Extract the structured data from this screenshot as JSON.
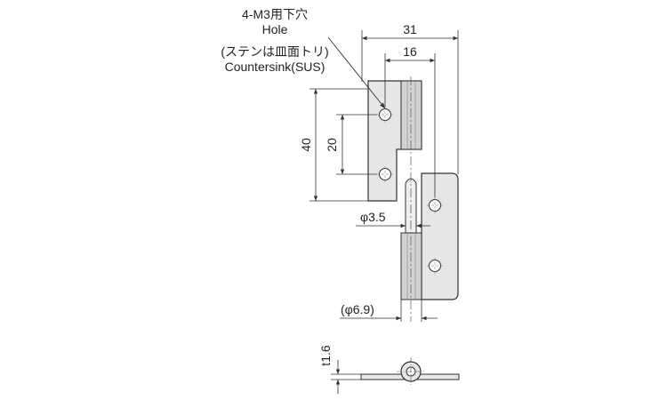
{
  "note": {
    "line1": "4-M3用下穴",
    "line2": "Hole",
    "line3": "(ステンは皿面トリ)",
    "line4": "Countersink(SUS)"
  },
  "dimensions": {
    "overall_width": "31",
    "leaf_width": "16",
    "leaf_height": "40",
    "hole_pitch": "20",
    "pin_diameter": "φ3.5",
    "knuckle_diameter": "(φ6.9)",
    "thickness": "t1.6"
  },
  "colors": {
    "part_fill": "#e6e6e6",
    "knuckle_fill": "#d2d2d2",
    "line": "#333333"
  }
}
